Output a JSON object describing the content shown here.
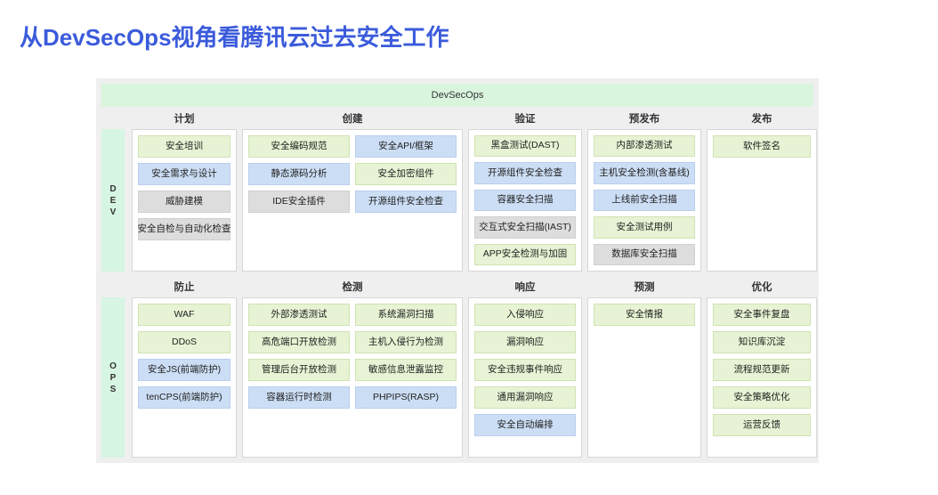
{
  "title": "从DevSecOps视角看腾讯云过去安全工作",
  "banner": {
    "label": "DevSecOps"
  },
  "colors": {
    "title": "#3b5bdb",
    "banner_bg": "#d9f5de",
    "board_bg": "#efefef",
    "side_label_bg": "#d6f5e3",
    "card_green": "#e7f3d4",
    "card_blue": "#ccdef5",
    "card_gray": "#dddddd"
  },
  "rows": [
    {
      "side_label": "DEV",
      "headers": [
        "计划",
        "创建",
        "验证",
        "预发布",
        "发布"
      ],
      "stages": [
        {
          "name": "计划",
          "subcolumns": [
            [
              {
                "label": "安全培训",
                "color": "green"
              },
              {
                "label": "安全需求与设计",
                "color": "blue"
              },
              {
                "label": "威胁建模",
                "color": "gray"
              },
              {
                "label": "安全自检与自动化检查",
                "color": "gray"
              }
            ]
          ]
        },
        {
          "name": "创建",
          "subcolumns": [
            [
              {
                "label": "安全编码规范",
                "color": "green"
              },
              {
                "label": "静态源码分析",
                "color": "blue"
              },
              {
                "label": "IDE安全插件",
                "color": "gray"
              }
            ],
            [
              {
                "label": "安全API/框架",
                "color": "blue"
              },
              {
                "label": "安全加密组件",
                "color": "green"
              },
              {
                "label": "开源组件安全检查",
                "color": "blue"
              }
            ]
          ]
        },
        {
          "name": "验证",
          "subcolumns": [
            [
              {
                "label": "黑盒测试(DAST)",
                "color": "green"
              },
              {
                "label": "开源组件安全检查",
                "color": "blue"
              },
              {
                "label": "容器安全扫描",
                "color": "blue"
              },
              {
                "label": "交互式安全扫描(IAST)",
                "color": "gray"
              },
              {
                "label": "APP安全检测与加固",
                "color": "green"
              }
            ]
          ]
        },
        {
          "name": "预发布",
          "subcolumns": [
            [
              {
                "label": "内部渗透测试",
                "color": "green"
              },
              {
                "label": "主机安全检测(含基线)",
                "color": "blue"
              },
              {
                "label": "上线前安全扫描",
                "color": "blue"
              },
              {
                "label": "安全测试用例",
                "color": "green"
              },
              {
                "label": "数据库安全扫描",
                "color": "gray"
              }
            ]
          ]
        },
        {
          "name": "发布",
          "subcolumns": [
            [
              {
                "label": "软件签名",
                "color": "green"
              }
            ]
          ]
        }
      ]
    },
    {
      "side_label": "OPS",
      "headers": [
        "防止",
        "检测",
        "响应",
        "预测",
        "优化"
      ],
      "stages": [
        {
          "name": "防止",
          "subcolumns": [
            [
              {
                "label": "WAF",
                "color": "green"
              },
              {
                "label": "DDoS",
                "color": "green"
              },
              {
                "label": "安全JS(前端防护)",
                "color": "blue"
              },
              {
                "label": "tenCPS(前端防护)",
                "color": "blue"
              }
            ]
          ]
        },
        {
          "name": "检测",
          "subcolumns": [
            [
              {
                "label": "外部渗透测试",
                "color": "green"
              },
              {
                "label": "高危端口开放检测",
                "color": "green"
              },
              {
                "label": "管理后台开放检测",
                "color": "green"
              },
              {
                "label": "容器运行时检测",
                "color": "blue"
              }
            ],
            [
              {
                "label": "系统漏洞扫描",
                "color": "green"
              },
              {
                "label": "主机入侵行为检测",
                "color": "green"
              },
              {
                "label": "敏感信息泄露监控",
                "color": "green"
              },
              {
                "label": "PHPIPS(RASP)",
                "color": "blue"
              }
            ]
          ]
        },
        {
          "name": "响应",
          "subcolumns": [
            [
              {
                "label": "入侵响应",
                "color": "green"
              },
              {
                "label": "漏洞响应",
                "color": "green"
              },
              {
                "label": "安全违规事件响应",
                "color": "green"
              },
              {
                "label": "通用漏洞响应",
                "color": "green"
              },
              {
                "label": "安全自动编排",
                "color": "blue"
              }
            ]
          ]
        },
        {
          "name": "预测",
          "subcolumns": [
            [
              {
                "label": "安全情报",
                "color": "green"
              }
            ]
          ]
        },
        {
          "name": "优化",
          "subcolumns": [
            [
              {
                "label": "安全事件复盘",
                "color": "green"
              },
              {
                "label": "知识库沉淀",
                "color": "green"
              },
              {
                "label": "流程规范更新",
                "color": "green"
              },
              {
                "label": "安全策略优化",
                "color": "green"
              },
              {
                "label": "运营反馈",
                "color": "green"
              }
            ]
          ]
        }
      ]
    }
  ]
}
